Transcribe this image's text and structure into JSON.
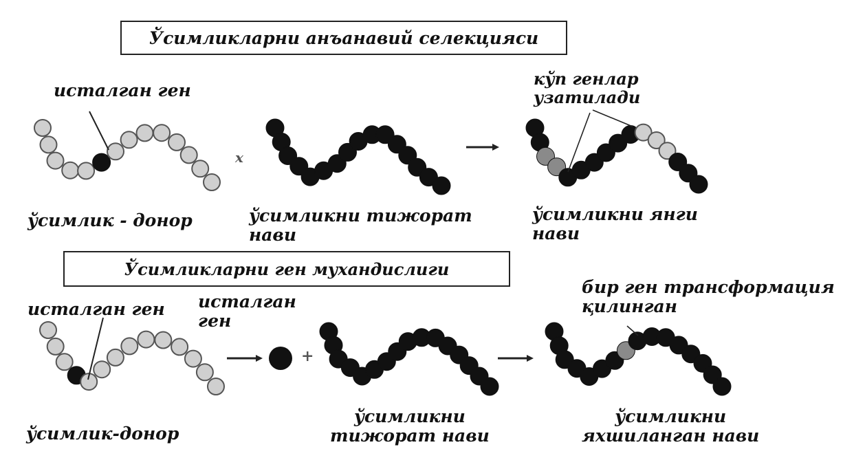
{
  "traditional": {
    "title": "Ўсимликларни анъанавий селекцияси",
    "donor_gene_label": "исталган ген",
    "donor_label": "ўсимлик - донор",
    "cross_symbol": "x",
    "commercial_label": "ўсимликни тижорат\nнави",
    "transferred_label": "кўп генлар\nузатилади",
    "new_variety_label": "ўсимликни янги\nнави"
  },
  "engineering": {
    "title": "Ўсимликларни ген мухандислиги",
    "donor_gene_label": "исталган ген",
    "isolated_gene_label": "исталган\nген",
    "plus_symbol": "+",
    "donor_label": "ўсимлик-донор",
    "commercial_label": "ўсимликни\nтижорат нави",
    "transformed_label": "бир ген трансформация\nқилинган",
    "improved_label": "ўсимликни\nяхшиланган нави"
  },
  "colors": {
    "dark_bead": "#111111",
    "light_bead": "#cfcfcf",
    "mid_bead": "#8a8a8a",
    "line": "#222222"
  }
}
